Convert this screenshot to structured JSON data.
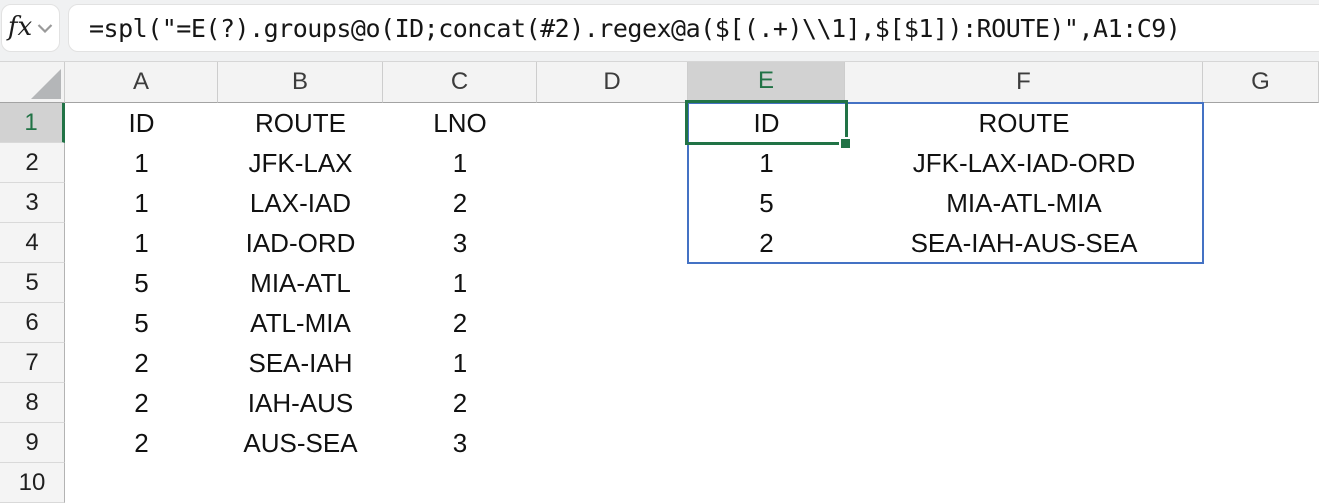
{
  "formula_bar": {
    "fx_label": "fx",
    "formula": "=spl(\"=E(?).groups@o(ID;concat(#2).regex@a($[(.+)\\\\1],$[$1]):ROUTE)\",A1:C9)"
  },
  "grid": {
    "column_headers": [
      "A",
      "B",
      "C",
      "D",
      "E",
      "F",
      "G"
    ],
    "selected_column": "E",
    "selected_row": "1",
    "selected_cell": "E1",
    "spill_range": "E1:F4",
    "rows": [
      {
        "n": "1",
        "cells": [
          "ID",
          "ROUTE",
          "LNO",
          "",
          "ID",
          "ROUTE",
          ""
        ]
      },
      {
        "n": "2",
        "cells": [
          "1",
          "JFK-LAX",
          "1",
          "",
          "1",
          "JFK-LAX-IAD-ORD",
          ""
        ]
      },
      {
        "n": "3",
        "cells": [
          "1",
          "LAX-IAD",
          "2",
          "",
          "5",
          "MIA-ATL-MIA",
          ""
        ]
      },
      {
        "n": "4",
        "cells": [
          "1",
          "IAD-ORD",
          "3",
          "",
          "2",
          "SEA-IAH-AUS-SEA",
          ""
        ]
      },
      {
        "n": "5",
        "cells": [
          "5",
          "MIA-ATL",
          "1",
          "",
          "",
          "",
          ""
        ]
      },
      {
        "n": "6",
        "cells": [
          "5",
          "ATL-MIA",
          "2",
          "",
          "",
          "",
          ""
        ]
      },
      {
        "n": "7",
        "cells": [
          "2",
          "SEA-IAH",
          "1",
          "",
          "",
          "",
          ""
        ]
      },
      {
        "n": "8",
        "cells": [
          "2",
          "IAH-AUS",
          "2",
          "",
          "",
          "",
          ""
        ]
      },
      {
        "n": "9",
        "cells": [
          "2",
          "AUS-SEA",
          "3",
          "",
          "",
          "",
          ""
        ]
      },
      {
        "n": "10",
        "cells": [
          "",
          "",
          "",
          "",
          "",
          "",
          ""
        ]
      }
    ]
  },
  "colors": {
    "selection_green": "#217346",
    "spill_blue": "#4472c4"
  }
}
